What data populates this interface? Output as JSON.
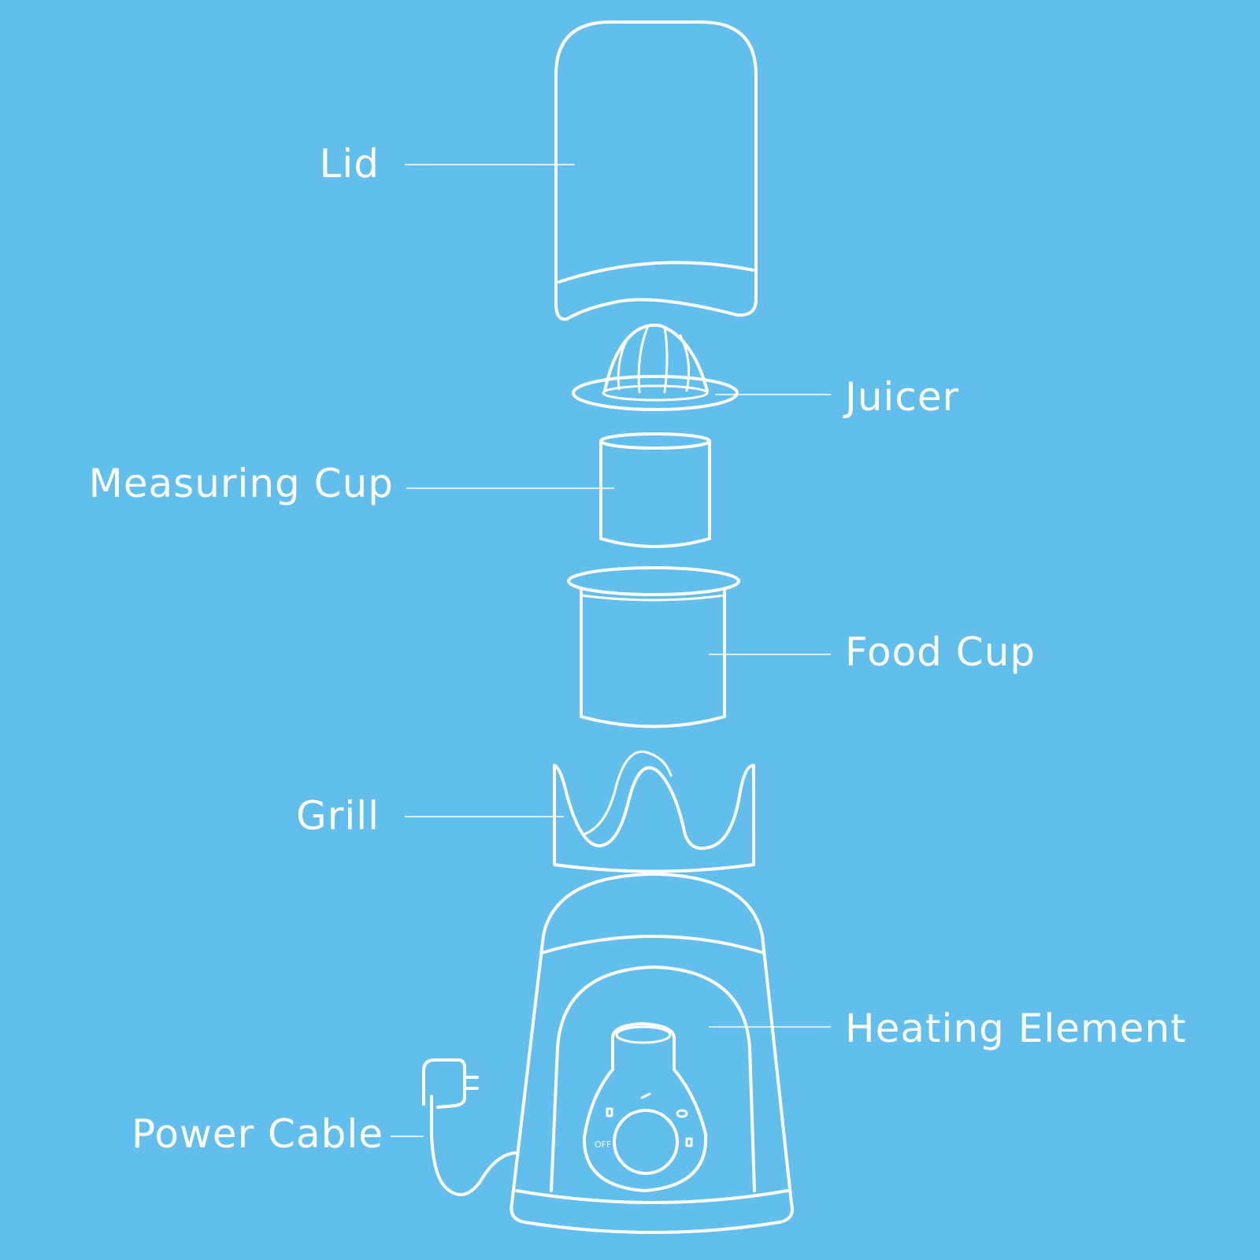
{
  "background_color": "#62BEEC",
  "line_color": "#FFFFFF",
  "labels": {
    "lid": "Lid",
    "juicer": "Juicer",
    "measuring_cup": "Measuring Cup",
    "food_cup": "Food Cup",
    "grill": "Grill",
    "heating_element": "Heating Element",
    "power_cable": "Power Cable"
  },
  "dial": {
    "off": "OFF"
  }
}
